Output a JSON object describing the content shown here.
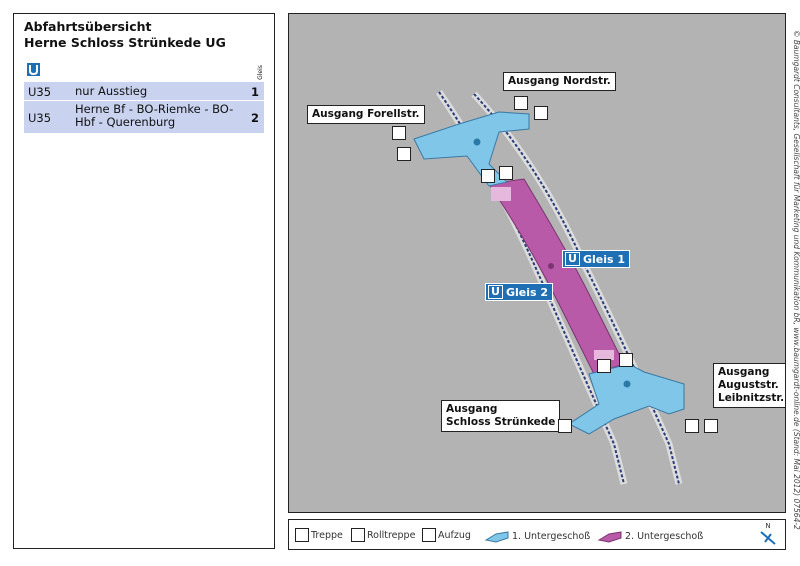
{
  "departures": {
    "title": "Abfahrtsübersicht",
    "station": "Herne Schloss Strünkede UG",
    "gleis_header": "Gleis",
    "rows": [
      {
        "line": "U35",
        "destination": "nur Ausstieg",
        "gleis": "1"
      },
      {
        "line": "U35",
        "destination": "Herne Bf - BO-Riemke - BO-Hbf - Querenburg",
        "gleis": "2"
      }
    ]
  },
  "map": {
    "exits": {
      "nordstr": "Ausgang Nordstr.",
      "forellstr": "Ausgang Forellstr.",
      "schloss_line1": "Ausgang",
      "schloss_line2": "Schloss Strünkede",
      "august_line1": "Ausgang",
      "august_line2": "Auguststr.",
      "august_line3": "Leibnitzstr."
    },
    "platforms": {
      "gleis1": "Gleis 1",
      "gleis2": "Gleis 2",
      "u_symbol": "U"
    },
    "colors": {
      "background": "#b3b3b3",
      "level1": "#7fc6e8",
      "level2": "#b85aa8",
      "badge": "#1e6fb4"
    }
  },
  "legend": {
    "treppe": "Treppe",
    "rolltreppe": "Rolltreppe",
    "aufzug": "Aufzug",
    "level1": "1. Untergeschoß",
    "level2": "2. Untergeschoß",
    "north": "N"
  },
  "copyright": "© Baumgardt Consultants, Gesellschaft für Marketing und Kommunikation bR, www.baumgardt-online.de (Stand: Mai 2012) 07564-2"
}
